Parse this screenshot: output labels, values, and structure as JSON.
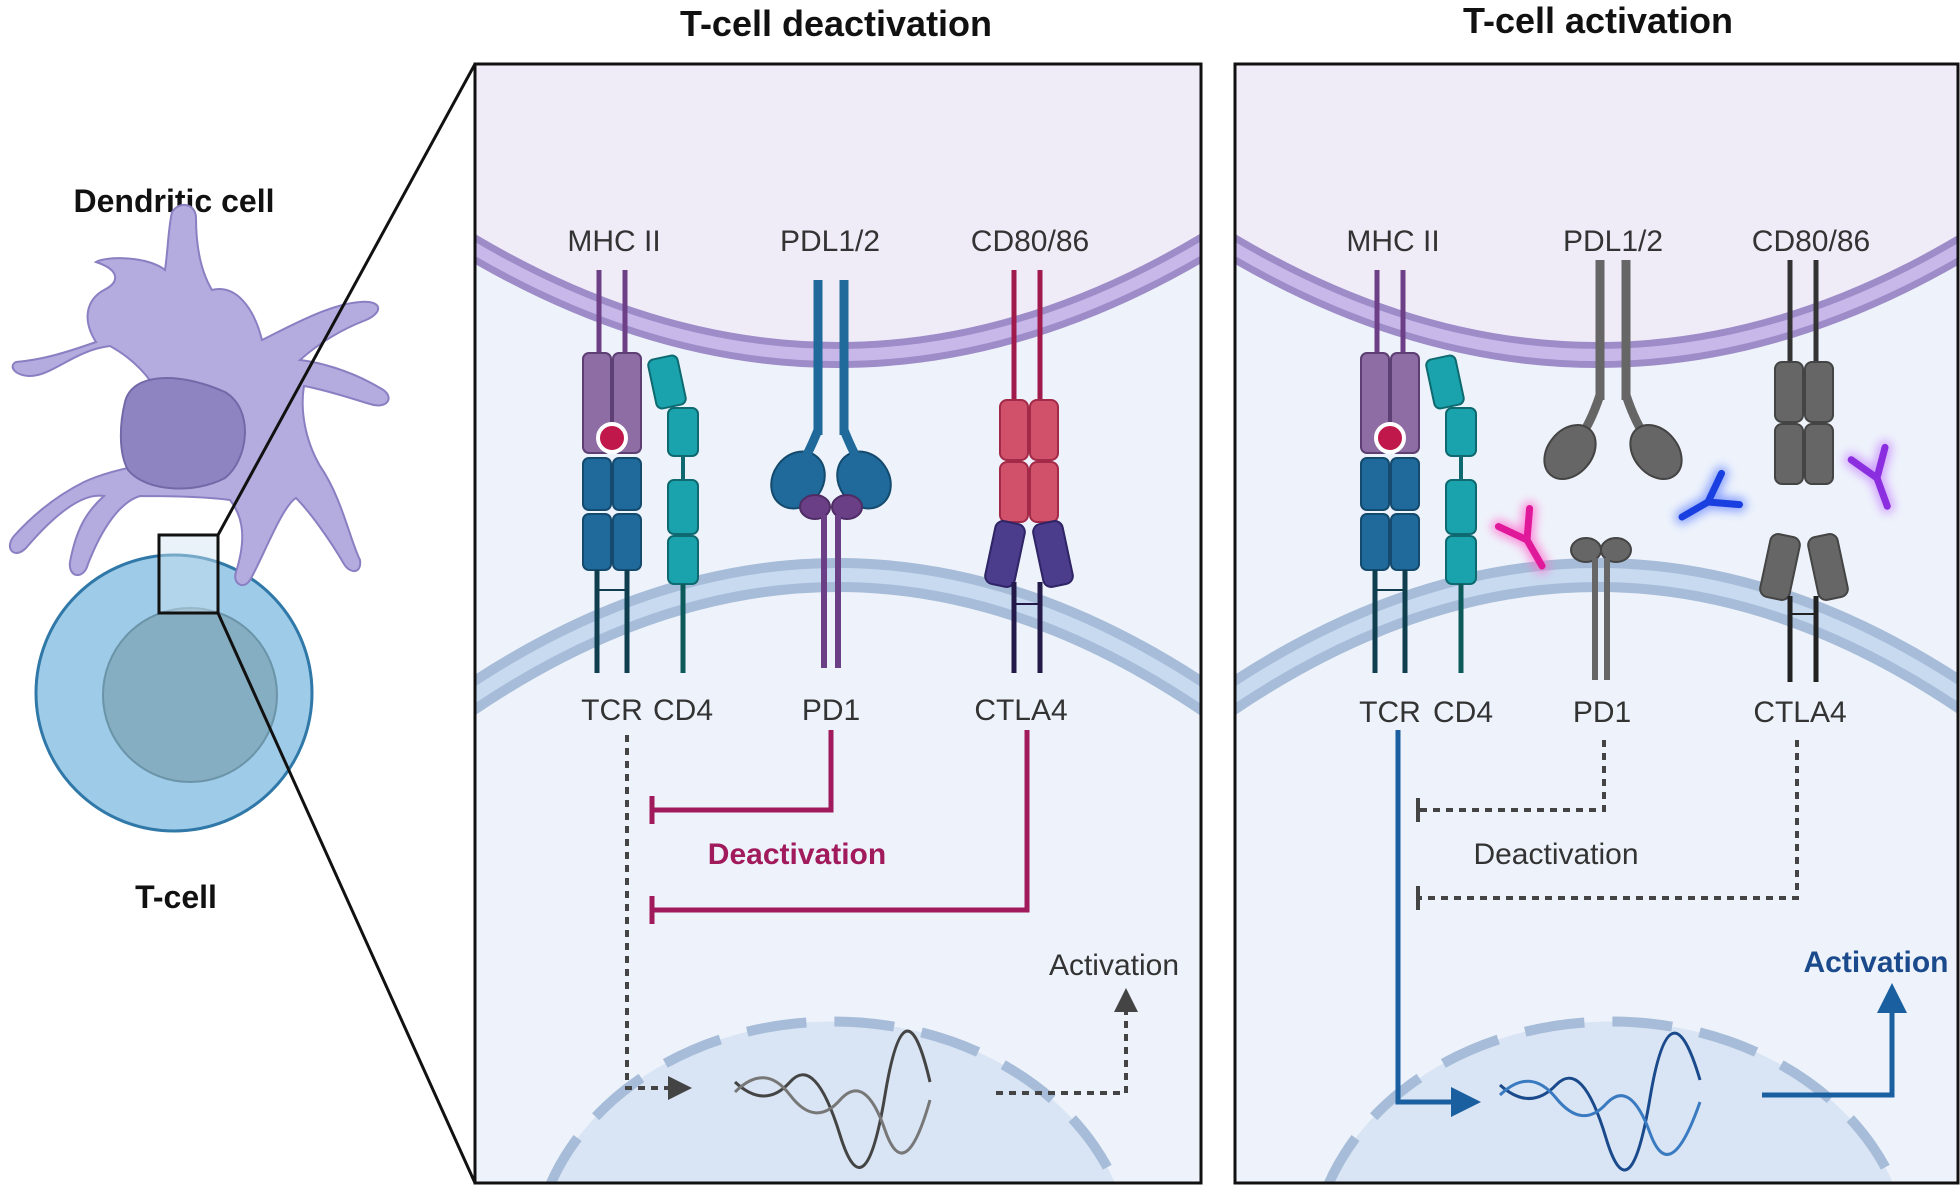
{
  "cells": {
    "dendritic_label": "Dendritic cell",
    "tcell_label": "T-cell"
  },
  "panels": [
    {
      "title": "T-cell deactivation",
      "apc_molecules": [
        "MHC II",
        "PDL1/2",
        "CD80/86"
      ],
      "tcell_molecules": [
        "TCR",
        "CD4",
        "PD1",
        "CTLA4"
      ],
      "deactivation_label": "Deactivation",
      "activation_label": "Activation"
    },
    {
      "title": "T-cell activation",
      "apc_molecules": [
        "MHC II",
        "PDL1/2",
        "CD80/86"
      ],
      "tcell_molecules": [
        "TCR",
        "CD4",
        "PD1",
        "CTLA4"
      ],
      "deactivation_label": "Deactivation",
      "activation_label": "Activation"
    }
  ],
  "colors": {
    "apc_membrane": "#b8a8e0",
    "tcell_membrane": "#a9c4e4",
    "deactivation_accent": "#a01a5c",
    "activation_accent": "#1a5fa0",
    "inactive_gray": "#555555"
  }
}
